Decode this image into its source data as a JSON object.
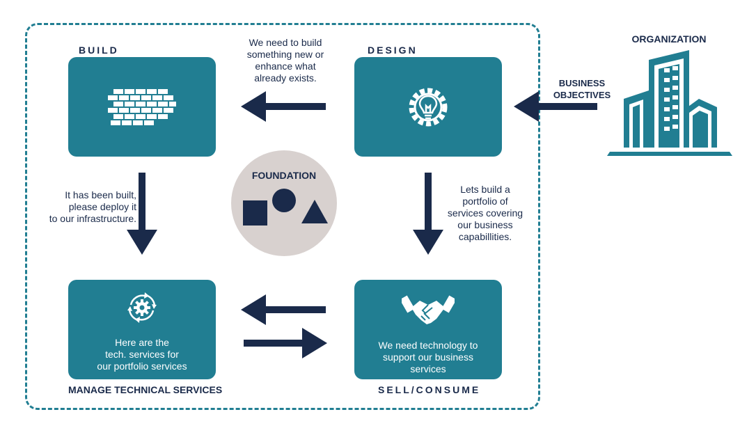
{
  "colors": {
    "teal": "#217e92",
    "navy": "#1a2a4a",
    "foundation_bg": "#d8d1cf"
  },
  "build": {
    "heading": "BUILD",
    "icon": "brick-wall-icon"
  },
  "design": {
    "heading": "DESIGN",
    "icon": "lightbulb-gear-icon"
  },
  "manage": {
    "heading": "MANAGE TECHNICAL SERVICES",
    "icon": "gear-cycle-icon",
    "text": [
      "Here are the",
      "tech. services for",
      "our portfolio services"
    ]
  },
  "sell": {
    "heading": "SELL/CONSUME",
    "icon": "handshake-icon",
    "text": [
      "We need technology to",
      "support our business",
      "services"
    ]
  },
  "foundation": {
    "label": "FOUNDATION",
    "shapes": [
      "square-icon",
      "circle-icon",
      "triangle-icon"
    ]
  },
  "organization": {
    "label": "ORGANIZATION",
    "icon": "building-icon"
  },
  "business_objectives": [
    "BUSINESS",
    "OBJECTIVES"
  ],
  "notes": {
    "design_to_build": [
      "We need to build",
      "something new or",
      "enhance what",
      "already exists."
    ],
    "build_to_manage": [
      "It has been built,",
      "please deploy it",
      "to our infrastructure."
    ],
    "design_to_sell": [
      "Lets build a",
      "portfolio of",
      "services covering",
      "our business",
      "capabillities."
    ]
  }
}
